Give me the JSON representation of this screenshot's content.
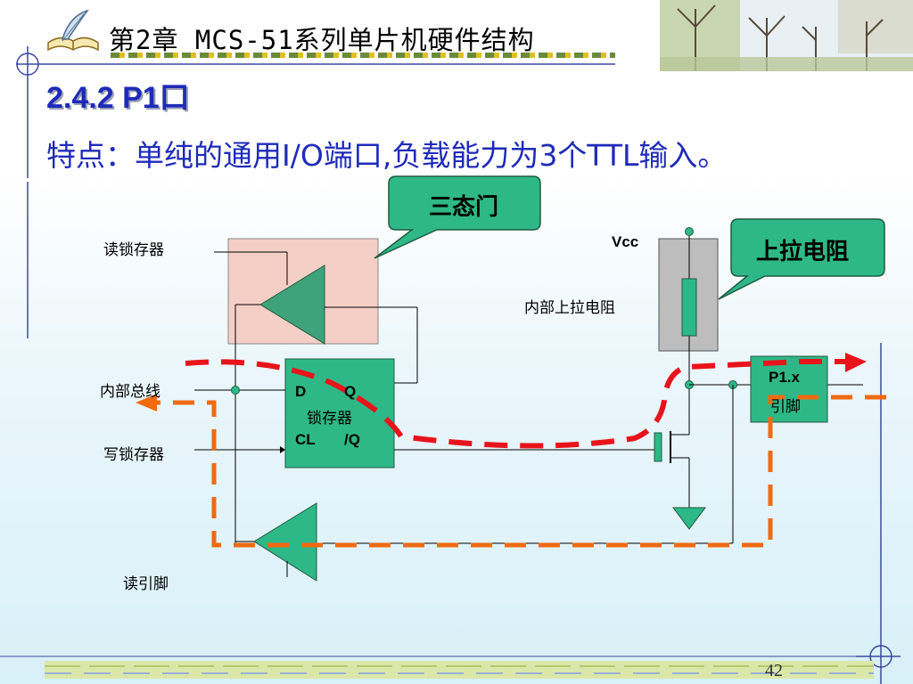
{
  "header": {
    "title": "第2章 MCS-51系列单片机硬件结构",
    "icon": "quill-book-icon"
  },
  "section": {
    "title": "2.4.2   P1口"
  },
  "feature": {
    "text": "特点：单纯的通用I/O端口,负载能力为3个TTL输入。"
  },
  "callouts": {
    "tristate": "三态门",
    "pullup": "上拉电阻"
  },
  "labels": {
    "read_latch": "读锁存器",
    "internal_bus": "内部总线",
    "write_latch": "写锁存器",
    "read_pin": "读引脚",
    "vcc": "Vcc",
    "internal_pullup": "内部上拉电阻",
    "latch_d": "D",
    "latch_q": "Q",
    "latch_name": "锁存器",
    "latch_cl": "CL",
    "latch_nq": "/Q",
    "pin_name": "P1.x",
    "pin_sub": "引脚"
  },
  "colors": {
    "accent": "#1f2bb8",
    "green_block": "#2eb887",
    "tristate_bg": "#f4cfc6",
    "red_dash": "#e8141b",
    "orange_dash": "#f06a10"
  },
  "footer": {
    "page": "42"
  }
}
